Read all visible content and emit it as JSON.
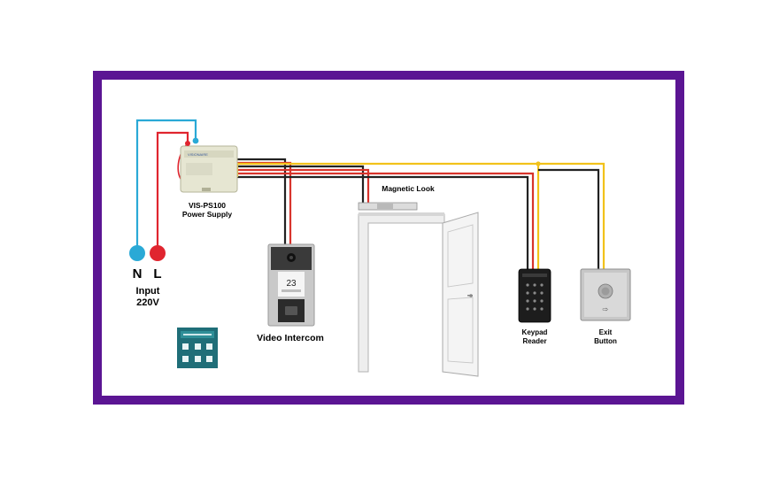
{
  "colors": {
    "frame": "#5b1593",
    "neutral_wire": "#2aa9d6",
    "live_wire": "#e0252f",
    "power_wire": "#d8342c",
    "ground_wire": "#222222",
    "signal_wire": "#f2c21a"
  },
  "power_supply": {
    "name": "VIS-PS100",
    "subtitle": "Power Supply"
  },
  "mains": {
    "neutral": "N",
    "live": "L",
    "label_line1": "Input",
    "label_line2": "220V"
  },
  "lock": {
    "label": "Magnetic Look"
  },
  "intercom": {
    "label": "Video Intercom",
    "display_number": "23"
  },
  "keypad": {
    "label_line1": "Keypad",
    "label_line2": "Reader"
  },
  "exit_button": {
    "label_line1": "Exit",
    "label_line2": "Button"
  },
  "icons": {
    "door": "door-icon",
    "thumbnail": "brochure-thumbnail-icon"
  }
}
